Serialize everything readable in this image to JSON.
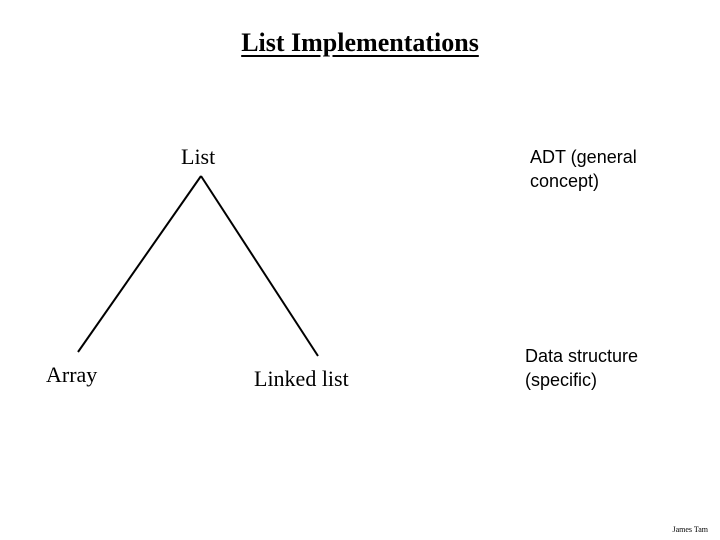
{
  "title": "List Implementations",
  "tree": {
    "root": "List",
    "children": [
      "Array",
      "Linked list"
    ]
  },
  "notes": {
    "abstract": "ADT (general\nconcept)",
    "concrete": "Data structure\n(specific)"
  },
  "footer": {
    "author": "James Tam"
  }
}
